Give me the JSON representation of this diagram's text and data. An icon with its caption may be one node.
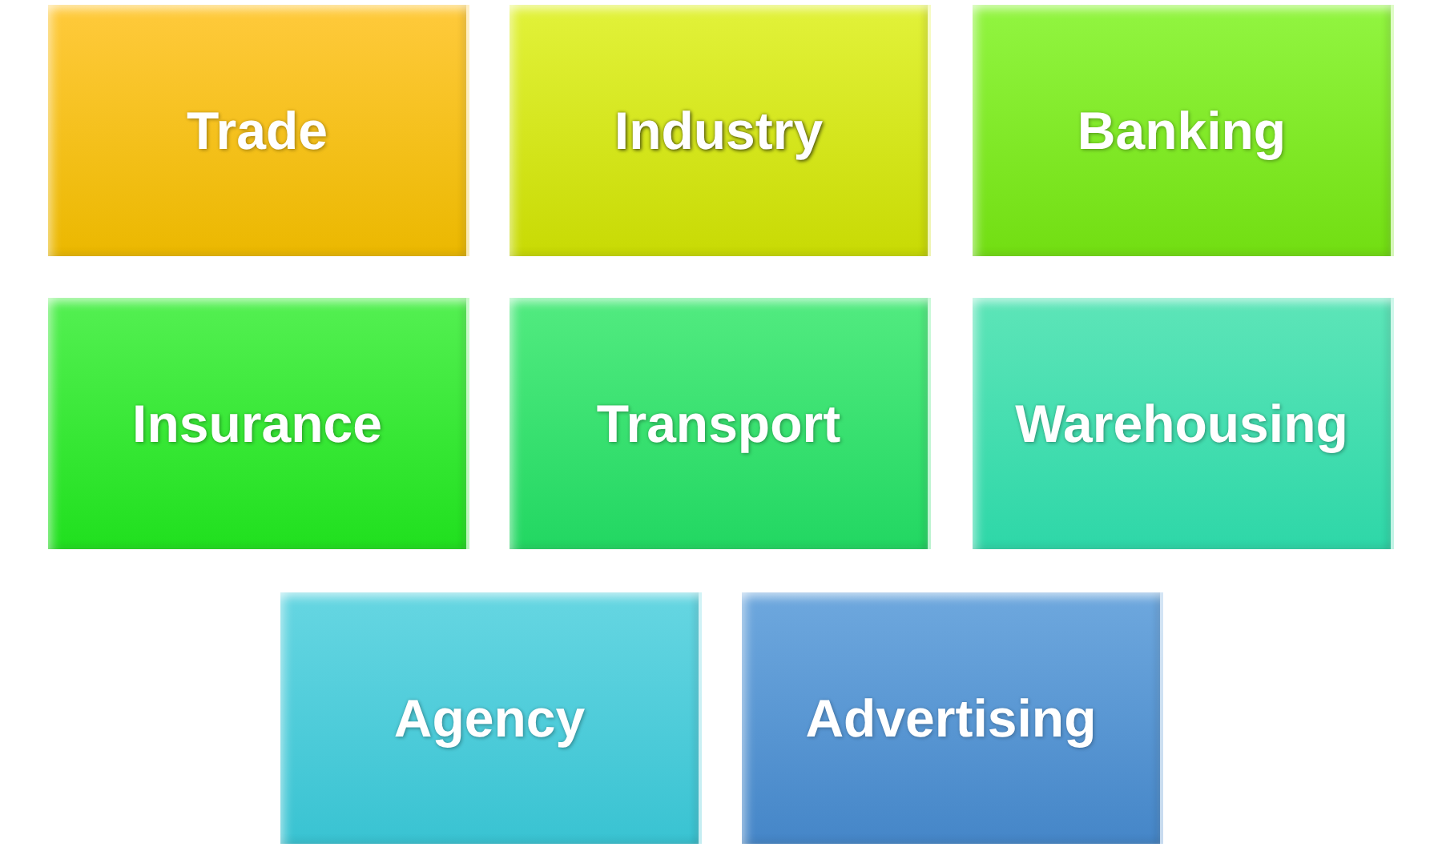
{
  "diagram": {
    "nodes": [
      {
        "text": [
          "Trade"
        ]
      },
      {
        "text": [
          "Industry"
        ]
      },
      {
        "text": [
          "Banking"
        ]
      },
      {
        "text": [
          "Insurance"
        ]
      },
      {
        "text": [
          "Transport"
        ]
      },
      {
        "text": [
          "Warehousing"
        ]
      },
      {
        "text": [
          "Agency"
        ]
      },
      {
        "text": [
          "Advertising"
        ]
      }
    ]
  }
}
